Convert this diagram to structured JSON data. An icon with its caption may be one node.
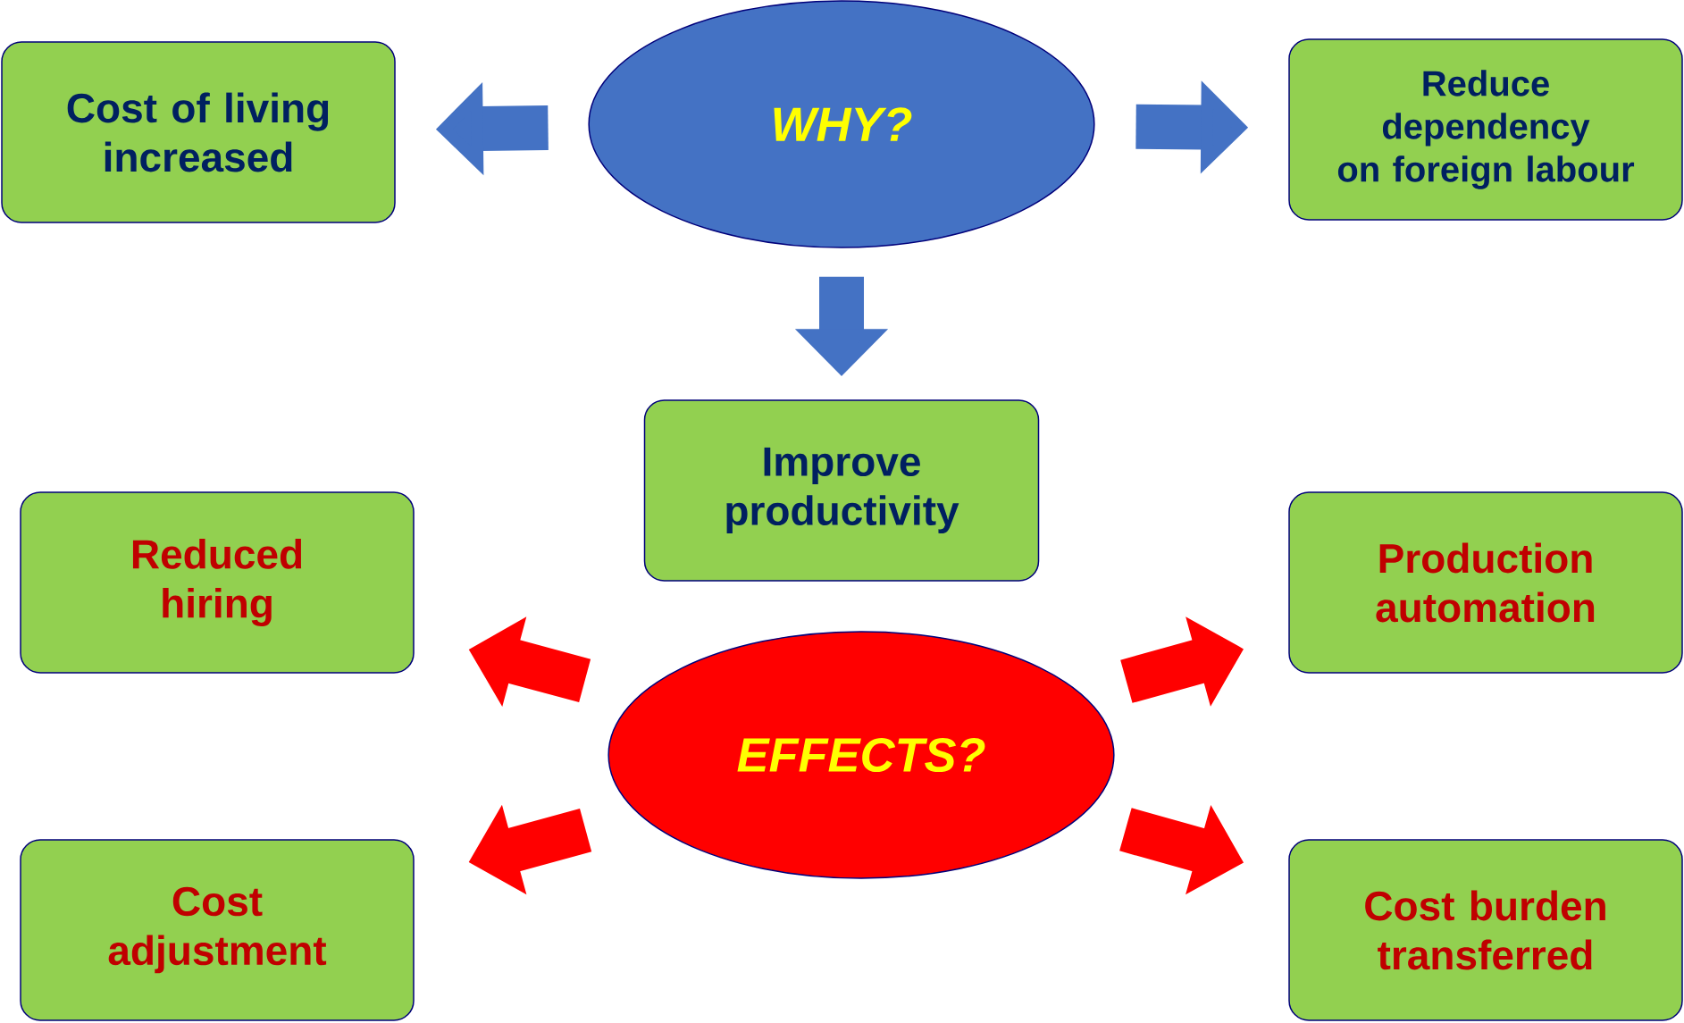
{
  "diagram": {
    "nodes": [
      {
        "text": [
          "WHY?"
        ]
      },
      {
        "text": [
          "Cost of living increased"
        ]
      },
      {
        "text": [
          "Reduce dependency on foreign labour"
        ]
      },
      {
        "text": [
          "Improve productivity"
        ]
      },
      {
        "text": [
          "Reduced hiring"
        ]
      },
      {
        "text": [
          "Production automation"
        ]
      },
      {
        "text": [
          "EFFECTS?"
        ]
      },
      {
        "text": [
          "Cost adjustment"
        ]
      },
      {
        "text": [
          "Cost burden transferred"
        ]
      }
    ],
    "edges": [
      {
        "from": 0,
        "to": 1,
        "arrow": "to",
        "color": "#4472c4"
      },
      {
        "from": 0,
        "to": 2,
        "arrow": "to",
        "color": "#4472c4"
      },
      {
        "from": 0,
        "to": 3,
        "arrow": "to",
        "color": "#4472c4"
      },
      {
        "from": 6,
        "to": 4,
        "arrow": "to"
      },
      {
        "from": 6,
        "to": 5,
        "arrow": "to"
      },
      {
        "from": 6,
        "to": 7,
        "arrow": "to"
      },
      {
        "from": 6,
        "to": 8,
        "arrow": "to"
      }
    ]
  }
}
